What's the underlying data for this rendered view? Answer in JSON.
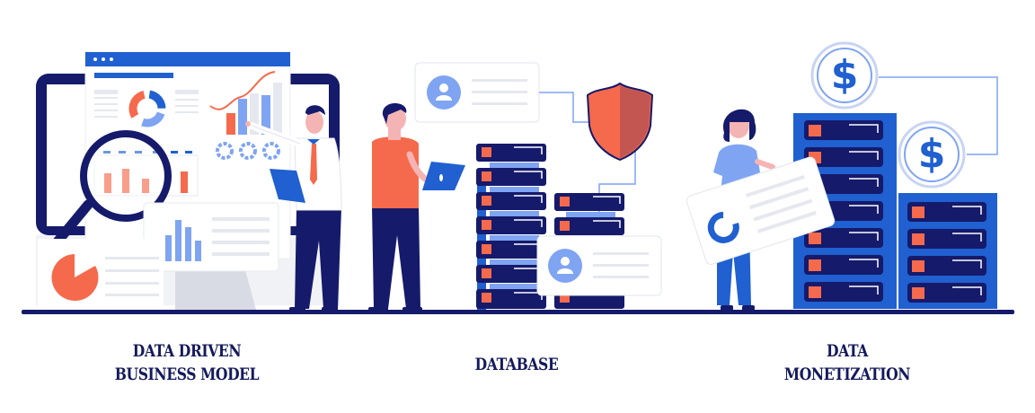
{
  "panels": [
    {
      "id": "data-driven-business-model",
      "caption_lines": [
        "DATA DRIVEN",
        "BUSINESS MODEL"
      ]
    },
    {
      "id": "database",
      "caption_lines": [
        "DATABASE"
      ]
    },
    {
      "id": "data-monetization",
      "caption_lines": [
        "DATA",
        "MONETIZATION"
      ],
      "currency_symbols": [
        "$",
        "$"
      ]
    }
  ],
  "colors": {
    "navy": "#151a6b",
    "blue": "#2060d0",
    "light_blue": "#7fa4f2",
    "coral": "#f56a4c",
    "shield_dark": "#c45652",
    "light_gray": "#e6e8ef",
    "caption": "#141a5c"
  }
}
